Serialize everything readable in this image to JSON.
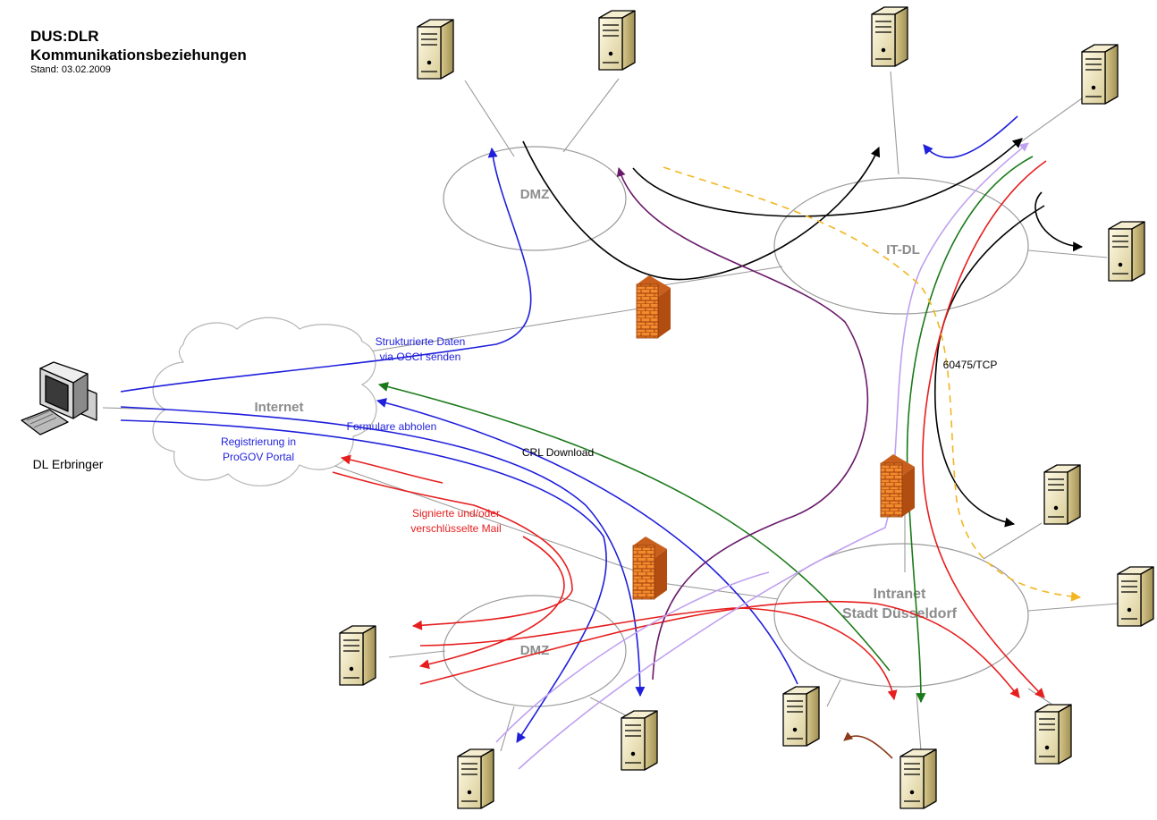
{
  "title": {
    "line1": "DUS:DLR",
    "line2": "Kommunikationsbeziehungen",
    "date": "Stand: 03.02.2009"
  },
  "zones": {
    "internet": "Internet",
    "dmz_top": "DMZ",
    "it_dl": "IT-DL",
    "dmz_bottom": "DMZ",
    "intranet_line1": "Intranet",
    "intranet_line2": "Stadt Düsseldorf"
  },
  "client": {
    "label": "DL Erbringer",
    "icon": "workstation-icon"
  },
  "labels": {
    "osci_line1": "Strukturierte Daten",
    "osci_line2": "via OSCI senden",
    "formulare": "Formulare abholen",
    "registrierung_line1": "Registrierung in",
    "registrierung_line2": "ProGOV Portal",
    "crl": "CRL Download",
    "mail_line1": "Signierte und/oder",
    "mail_line2": "verschlüsselte Mail",
    "port": "60475/TCP"
  },
  "icons": {
    "server": "server-icon",
    "firewall": "firewall-icon"
  },
  "colors": {
    "blue": "#1f1fdc",
    "black": "#000000",
    "green": "#1a7a1a",
    "red": "#e61e1e",
    "purple": "#6a1a6a",
    "lavender": "#c0a0f0",
    "orange_dashed": "#f2b620",
    "brown": "#8b3a1a",
    "zone_text": "#8c8c8c"
  }
}
